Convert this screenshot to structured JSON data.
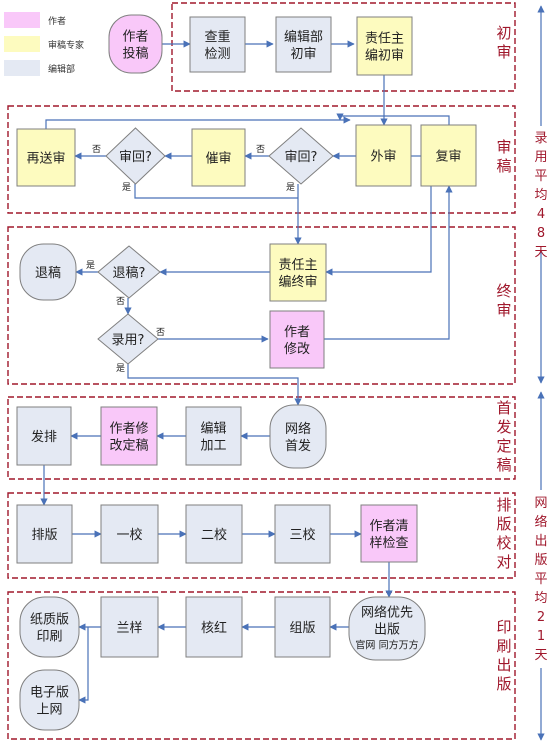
{
  "legend": {
    "items": [
      {
        "label": "作者",
        "color": "#f9c8f9"
      },
      {
        "label": "审稿专家",
        "color": "#fdfbbf"
      },
      {
        "label": "编辑部",
        "color": "#e4e9f3"
      }
    ]
  },
  "sections": [
    {
      "id": "s1",
      "label": "初审"
    },
    {
      "id": "s2",
      "label": "审稿"
    },
    {
      "id": "s3",
      "label": "终审"
    },
    {
      "id": "s4",
      "label": "首发定稿"
    },
    {
      "id": "s5",
      "label": "排版校对"
    },
    {
      "id": "s6",
      "label": "印刷出版"
    }
  ],
  "side_notes": [
    {
      "id": "n1",
      "label": "录用平均48天"
    },
    {
      "id": "n2",
      "label": "网络出版平均21天"
    }
  ],
  "nodes": [
    {
      "id": "author_submit",
      "label": "作者\n投稿",
      "role": "author",
      "shape": "rounded"
    },
    {
      "id": "check_dup",
      "label": "查重\n检测",
      "role": "editorial",
      "shape": "rect"
    },
    {
      "id": "editor_first",
      "label": "编辑部\n初审",
      "role": "editorial",
      "shape": "rect"
    },
    {
      "id": "chief_first",
      "label": "责任主\n编初审",
      "role": "expert",
      "shape": "rect"
    },
    {
      "id": "resend",
      "label": "再送审",
      "role": "expert",
      "shape": "rect"
    },
    {
      "id": "review_back1",
      "label": "审回?",
      "role": "editorial",
      "shape": "diamond"
    },
    {
      "id": "urge",
      "label": "催审",
      "role": "expert",
      "shape": "rect"
    },
    {
      "id": "review_back2",
      "label": "审回?",
      "role": "editorial",
      "shape": "diamond"
    },
    {
      "id": "external",
      "label": "外审",
      "role": "expert",
      "shape": "rect"
    },
    {
      "id": "re_review",
      "label": "复审",
      "role": "expert",
      "shape": "rect"
    },
    {
      "id": "reject",
      "label": "退稿",
      "role": "editorial",
      "shape": "rounded"
    },
    {
      "id": "reject_q",
      "label": "退稿?",
      "role": "editorial",
      "shape": "diamond"
    },
    {
      "id": "chief_final",
      "label": "责任主\n编终审",
      "role": "expert",
      "shape": "rect"
    },
    {
      "id": "accept_q",
      "label": "录用?",
      "role": "editorial",
      "shape": "diamond"
    },
    {
      "id": "author_revise",
      "label": "作者\n修改",
      "role": "author",
      "shape": "rect"
    },
    {
      "id": "typeset_send",
      "label": "发排",
      "role": "editorial",
      "shape": "rect"
    },
    {
      "id": "author_final",
      "label": "作者修\n改定稿",
      "role": "author",
      "shape": "rect"
    },
    {
      "id": "edit_process",
      "label": "编辑\n加工",
      "role": "editorial",
      "shape": "rect"
    },
    {
      "id": "online_first",
      "label": "网络\n首发",
      "role": "editorial",
      "shape": "rounded"
    },
    {
      "id": "layout",
      "label": "排版",
      "role": "editorial",
      "shape": "rect"
    },
    {
      "id": "proof1",
      "label": "一校",
      "role": "editorial",
      "shape": "rect"
    },
    {
      "id": "proof2",
      "label": "二校",
      "role": "editorial",
      "shape": "rect"
    },
    {
      "id": "proof3",
      "label": "三校",
      "role": "editorial",
      "shape": "rect"
    },
    {
      "id": "author_check",
      "label": "作者清\n样检查",
      "role": "author",
      "shape": "rect"
    },
    {
      "id": "print",
      "label": "纸质版\n印刷",
      "role": "editorial",
      "shape": "rounded"
    },
    {
      "id": "blueprint",
      "label": "兰样",
      "role": "editorial",
      "shape": "rect"
    },
    {
      "id": "check_red",
      "label": "核红",
      "role": "editorial",
      "shape": "rect"
    },
    {
      "id": "compose",
      "label": "组版",
      "role": "editorial",
      "shape": "rect"
    },
    {
      "id": "online_priority",
      "label": "网络优先\n出版",
      "sub": "官网 同方万方",
      "role": "editorial",
      "shape": "rounded"
    },
    {
      "id": "e_online",
      "label": "电子版\n上网",
      "role": "editorial",
      "shape": "rounded"
    }
  ],
  "edge_labels": {
    "no": "否",
    "yes": "是"
  }
}
